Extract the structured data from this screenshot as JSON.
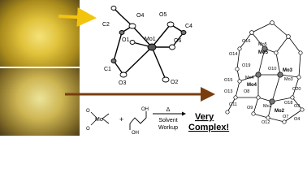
{
  "mono_structure": {
    "atoms": [
      "O4",
      "C2",
      "O1",
      "Mo1",
      "O5",
      "C4",
      "O6",
      "C1",
      "O3",
      "O2"
    ]
  },
  "cluster_structure": {
    "atoms": [
      "O16",
      "Mo5",
      "O14",
      "O19",
      "O10",
      "O15",
      "Mo4",
      "Mo3",
      "O13",
      "O20",
      "O8",
      "O11",
      "Mo2",
      "O18",
      "O9",
      "O3",
      "O12",
      "O7",
      "O4"
    ],
    "metal_centers": [
      "Mo4",
      "Mo5",
      "Mo3",
      "Mo2"
    ]
  },
  "reagents": {
    "molybdate": {
      "metal": "Mo",
      "oxo": [
        "O",
        "O"
      ]
    },
    "glycol": {
      "hydroxyls": [
        "OH",
        "OH"
      ]
    },
    "plus": "+"
  },
  "conditions": {
    "delta": "Δ",
    "line1": "Solvent",
    "line2": "Workup"
  },
  "result": {
    "line1": "Very",
    "line2": "Complex!"
  },
  "colors": {
    "arrow_yellow": "#f2c40c",
    "arrow_brown": "#7a3d0e",
    "oil_yellow": "#e0c13a"
  }
}
